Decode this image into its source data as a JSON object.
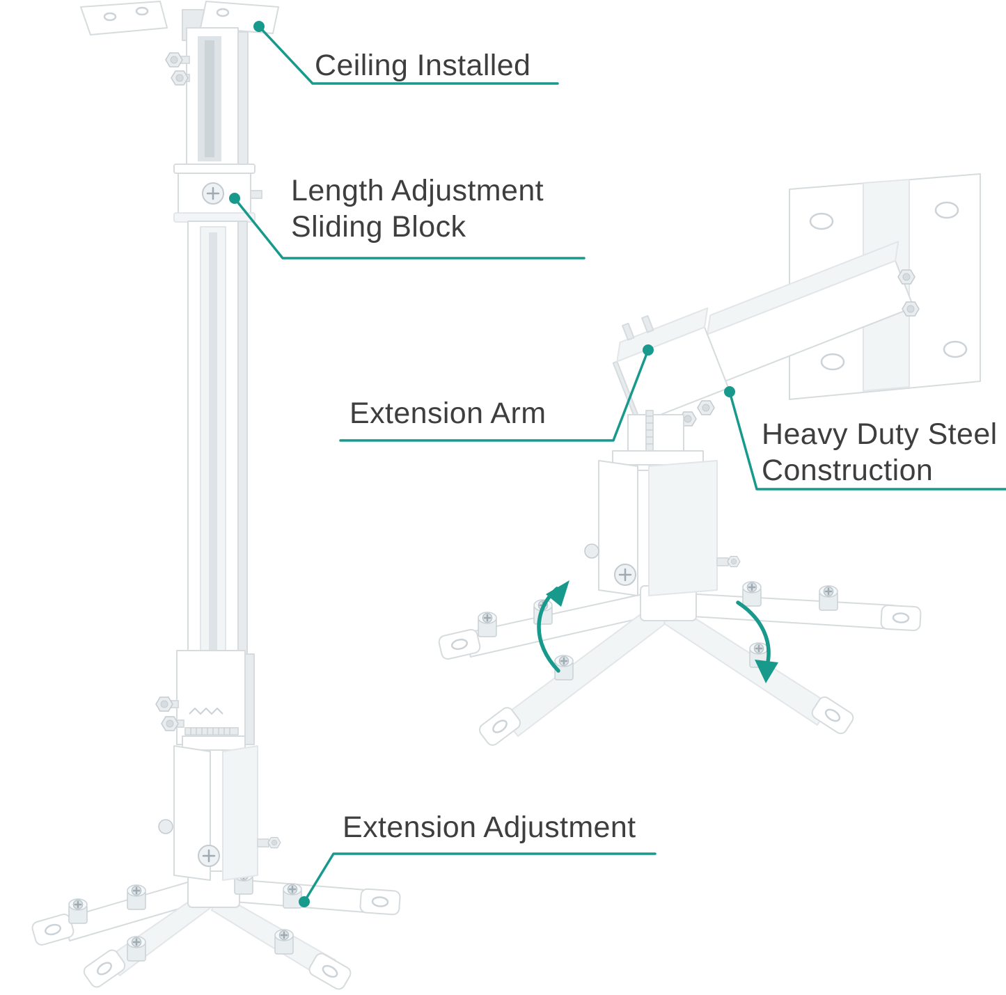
{
  "colors": {
    "accent_teal": "#17998c",
    "label_text": "#3e3e3e",
    "background": "#ffffff"
  },
  "annotations": {
    "ceiling_installed": {
      "label": "Ceiling Installed"
    },
    "length_adjustment": {
      "line1": "Length Adjustment",
      "line2": "Sliding Block"
    },
    "extension_arm": {
      "label": "Extension Arm"
    },
    "heavy_duty_steel": {
      "line1": "Heavy Duty Steel",
      "line2": "Construction"
    },
    "extension_adjustment": {
      "label": "Extension Adjustment"
    }
  },
  "illustrations": {
    "left": "ceiling-mount-projector-bracket",
    "right": "wall-mount-bracket-with-extension-arm"
  },
  "icons": {
    "rotation_arrow_left": "curved-rotation-arrow",
    "rotation_arrow_right": "curved-rotation-arrow"
  }
}
